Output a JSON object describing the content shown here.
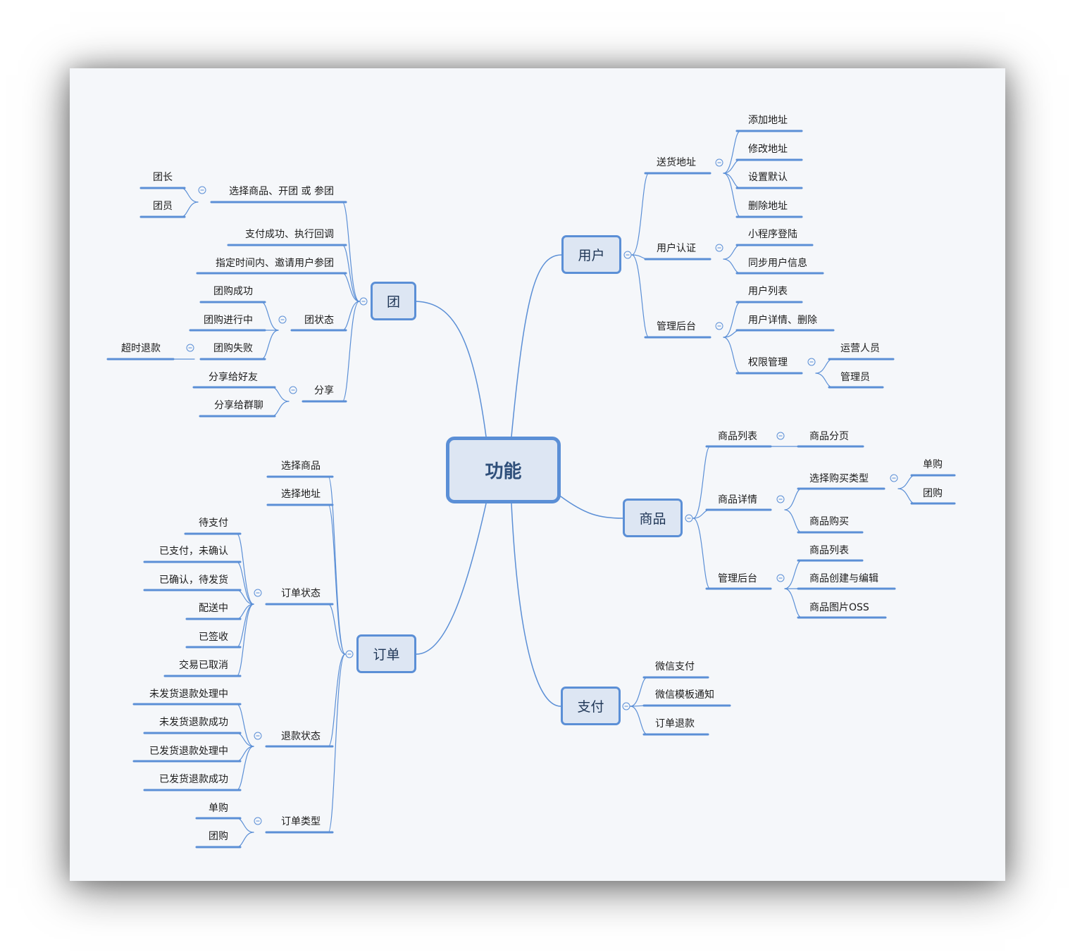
{
  "root": "功能",
  "branches": {
    "user": {
      "label": "用户",
      "children": {
        "address": {
          "label": "送货地址",
          "items": [
            "添加地址",
            "修改地址",
            "设置默认",
            "删除地址"
          ]
        },
        "auth": {
          "label": "用户认证",
          "items": [
            "小程序登陆",
            "同步用户信息"
          ]
        },
        "admin": {
          "label": "管理后台",
          "items": [
            "用户列表",
            "用户详情、删除"
          ],
          "perm": {
            "label": "权限管理",
            "items": [
              "运营人员",
              "管理员"
            ]
          }
        }
      }
    },
    "goods": {
      "label": "商品",
      "children": {
        "list": {
          "label": "商品列表",
          "items": [
            "商品分页"
          ]
        },
        "detail": {
          "label": "商品详情",
          "buy_type": {
            "label": "选择购买类型",
            "items": [
              "单购",
              "团购"
            ]
          },
          "items": [
            "商品购买"
          ]
        },
        "admin": {
          "label": "管理后台",
          "items": [
            "商品列表",
            "商品创建与编辑",
            "商品图片OSS"
          ]
        }
      }
    },
    "pay": {
      "label": "支付",
      "items": [
        "微信支付",
        "微信模板通知",
        "订单退款"
      ]
    },
    "group": {
      "label": "团",
      "children": {
        "choose": {
          "label": "选择商品、开团 或 参团",
          "items": [
            "团长",
            "团员"
          ]
        },
        "callback": "支付成功、执行回调",
        "invite": "指定时间内、邀请用户参团",
        "status": {
          "label": "团状态",
          "items": [
            "团购成功",
            "团购进行中",
            "团购失败"
          ],
          "fail_sub": "超时退款"
        },
        "share": {
          "label": "分享",
          "items": [
            "分享给好友",
            "分享给群聊"
          ]
        }
      }
    },
    "order": {
      "label": "订单",
      "children": {
        "select_goods": "选择商品",
        "select_addr": "选择地址",
        "status": {
          "label": "订单状态",
          "items": [
            "待支付",
            "已支付，未确认",
            "已确认，待发货",
            "配送中",
            "已签收",
            "交易已取消"
          ]
        },
        "refund": {
          "label": "退款状态",
          "items": [
            "未发货退款处理中",
            "未发货退款成功",
            "已发货退款处理中",
            "已发货退款成功"
          ]
        },
        "type": {
          "label": "订单类型",
          "items": [
            "单购",
            "团购"
          ]
        }
      }
    }
  },
  "colors": {
    "line": "#5b8fd6",
    "node_fill": "#dde6f3",
    "background": "#f5f7fa"
  }
}
